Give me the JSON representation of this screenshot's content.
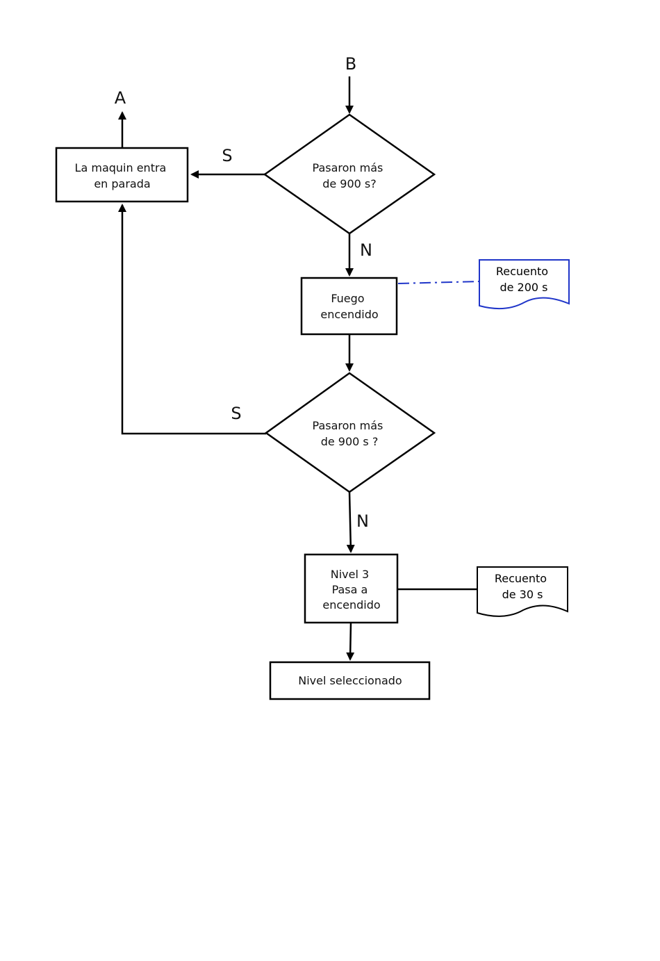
{
  "connectors": {
    "top_in": "B",
    "top_out": "A"
  },
  "nodes": {
    "decision1": [
      "Pasaron más",
      "de 900 s?"
    ],
    "process_stop": [
      "La maquin entra",
      "en parada"
    ],
    "process_fire": [
      "Fuego",
      "encendido"
    ],
    "decision2": [
      "Pasaron más",
      "de 900 s ?"
    ],
    "process_level3": [
      "Nivel 3",
      "Pasa a",
      "encendido"
    ],
    "process_selected": [
      "Nivel seleccionado"
    ]
  },
  "documents": {
    "count200": [
      "Recuento",
      "de 200 s"
    ],
    "count30": [
      "Recuento",
      "de 30 s"
    ]
  },
  "edge_labels": {
    "d1_yes": "S",
    "d1_no": "N",
    "d2_yes": "S",
    "d2_no": "N"
  },
  "colors": {
    "line": "#000000",
    "annotation": "#1f35c9"
  }
}
